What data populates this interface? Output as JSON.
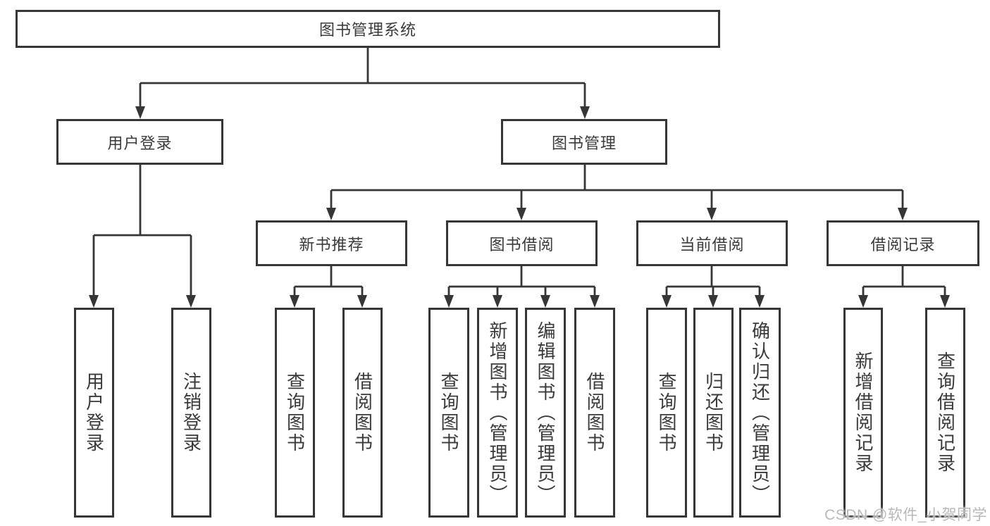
{
  "diagram_title": "图书管理系统",
  "nodes": {
    "root": {
      "label": "图书管理系统"
    },
    "level2": [
      {
        "label": "用户登录"
      },
      {
        "label": "图书管理"
      }
    ],
    "level3": [
      {
        "label": "新书推荐"
      },
      {
        "label": "图书借阅"
      },
      {
        "label": "当前借阅"
      },
      {
        "label": "借阅记录"
      }
    ],
    "leaves": [
      {
        "label": "用户登录"
      },
      {
        "label": "注销登录"
      },
      {
        "label": "查询图书"
      },
      {
        "label": "借阅图书"
      },
      {
        "label": "查询图书"
      },
      {
        "label": "新增图书（管理员）"
      },
      {
        "label": "编辑图书（管理员）"
      },
      {
        "label": "借阅图书"
      },
      {
        "label": "查询图书"
      },
      {
        "label": "归还图书"
      },
      {
        "label": "确认归还（管理员）"
      },
      {
        "label": "新增借阅记录"
      },
      {
        "label": "查询借阅记录"
      }
    ]
  },
  "watermark": "CSDN @软件_小贺同学",
  "colors": {
    "line": "#363636",
    "text": "#3a3a3a",
    "watermark": "#b9b9b9"
  }
}
